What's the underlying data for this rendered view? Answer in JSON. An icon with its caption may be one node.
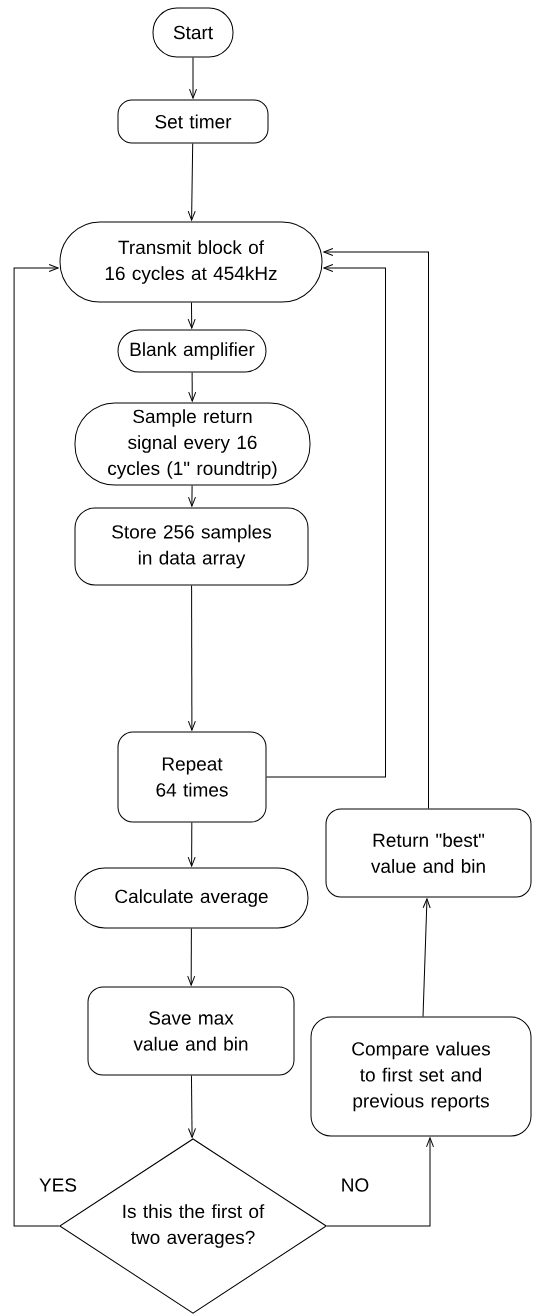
{
  "diagram": {
    "nodes": [
      {
        "text": [
          "Start"
        ]
      },
      {
        "text": [
          "Set timer"
        ]
      },
      {
        "text": [
          "Transmit block of 16 cycles at 454kHz"
        ]
      },
      {
        "text": [
          "Blank amplifier"
        ]
      },
      {
        "text": [
          "Sample return signal every 16 cycles (1\" roundtrip)"
        ]
      },
      {
        "text": [
          "Store 256 samples in data array"
        ]
      },
      {
        "text": [
          "Repeat 64 times"
        ]
      },
      {
        "text": [
          "Return \"best\" value and bin"
        ]
      },
      {
        "text": [
          "Calculate average"
        ]
      },
      {
        "text": [
          "Save max value and bin"
        ]
      },
      {
        "text": [
          "Compare values to first set and previous reports"
        ]
      },
      {
        "text": [
          "Is this the first of two averages?"
        ]
      }
    ],
    "edges": [
      {
        "from": 0,
        "to": 1,
        "arrow": "to"
      },
      {
        "from": 1,
        "to": 2,
        "arrow": "to"
      },
      {
        "from": 2,
        "to": 3,
        "arrow": "to"
      },
      {
        "from": 3,
        "to": 4,
        "arrow": "to"
      },
      {
        "from": 4,
        "to": 5,
        "arrow": "to"
      },
      {
        "from": 5,
        "to": 6,
        "arrow": "to"
      },
      {
        "from": 6,
        "to": 2,
        "arrow": "to"
      },
      {
        "from": 6,
        "to": 8,
        "arrow": "to"
      },
      {
        "from": 8,
        "to": 9,
        "arrow": "to"
      },
      {
        "from": 9,
        "to": 11,
        "arrow": "to"
      },
      {
        "from": 11,
        "to": 2,
        "arrow": "to",
        "label": "YES"
      },
      {
        "from": 11,
        "to": 10,
        "arrow": "to",
        "label": "NO"
      },
      {
        "from": 10,
        "to": 7,
        "arrow": "to"
      },
      {
        "from": 7,
        "to": 2,
        "arrow": "to"
      }
    ]
  }
}
